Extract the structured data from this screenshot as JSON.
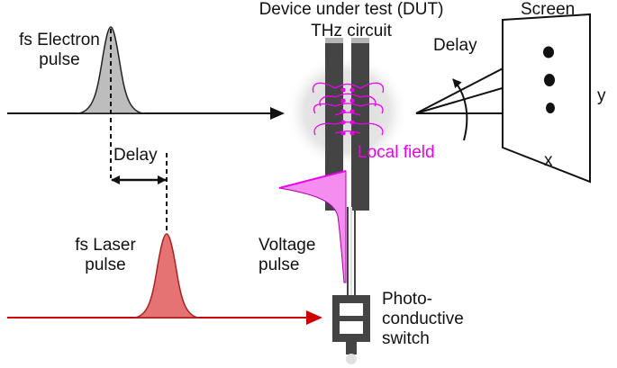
{
  "labels": {
    "fs_electron_pulse": [
      "fs Electron",
      "pulse"
    ],
    "dut": [
      "Device under test (DUT)",
      "THz circuit"
    ],
    "screen": "Screen",
    "delay_top": "Delay",
    "axis_y": "y",
    "axis_x": "x",
    "local_field": "Local field",
    "delay_mid": "Delay",
    "fs_laser_pulse": [
      "fs Laser",
      "pulse"
    ],
    "voltage_pulse": [
      "Voltage",
      "pulse"
    ],
    "photoconductive_switch": [
      "Photo-",
      "conductive",
      "switch"
    ]
  },
  "colors": {
    "electron_fill": "#bdbdbd",
    "laser_fill": "#e57373",
    "laser_line": "#cc0000",
    "field": "#ee00ee",
    "voltage_fill": "#f58cf0",
    "conductor": "#444444",
    "glow": "#d9d9d9"
  }
}
